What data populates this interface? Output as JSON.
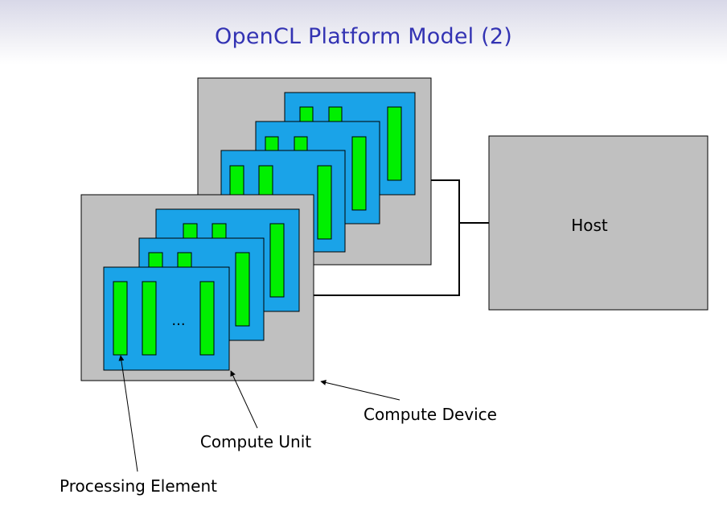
{
  "slide": {
    "title": "OpenCL Platform Model (2)"
  },
  "diagram": {
    "host_label": "Host",
    "ellipsis": "...",
    "labels": {
      "compute_device": "Compute Device",
      "compute_unit": "Compute Unit",
      "processing_element": "Processing Element"
    },
    "colors": {
      "device": "#c0c0c0",
      "compute_unit": "#1aa3e8",
      "processing_element": "#00f000",
      "title": "#3333b3"
    }
  }
}
